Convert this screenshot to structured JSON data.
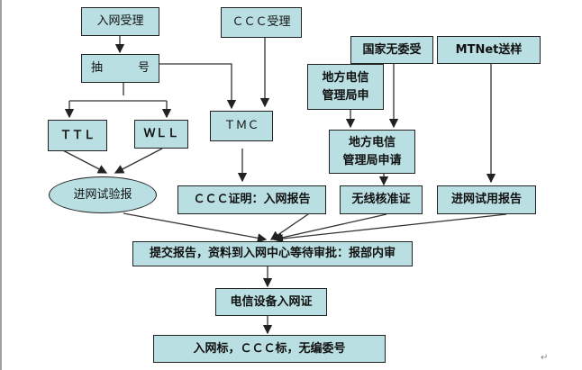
{
  "nodes": {
    "entry_accept": "入网受理",
    "ccc_accept": "ＣＣＣ受理",
    "draw_number": "抽　　　号",
    "ttl": "ＴＴＬ",
    "wll": "ＷＬＬ",
    "tmc": "ＴＭＣ",
    "test_report": "进网试验报",
    "ccc_cert": "ＣＣＣ证明：入网报告",
    "state_radio": "国家无委受",
    "mtnet": "MTNet送样",
    "local_telecom_1": "地方电信\n管理局申",
    "local_telecom_2": "地方电信\n管理局申请",
    "radio_approval": "无线核准证",
    "trial_report": "进网试用报告",
    "submit": "提交报告，资料到入网中心等待审批：报部内审",
    "license": "电信设备入网证",
    "labels": "入网标，ＣＣＣ标，无编委号"
  },
  "colors": {
    "box_fill": "#b9dfe2",
    "line": "#222222"
  }
}
